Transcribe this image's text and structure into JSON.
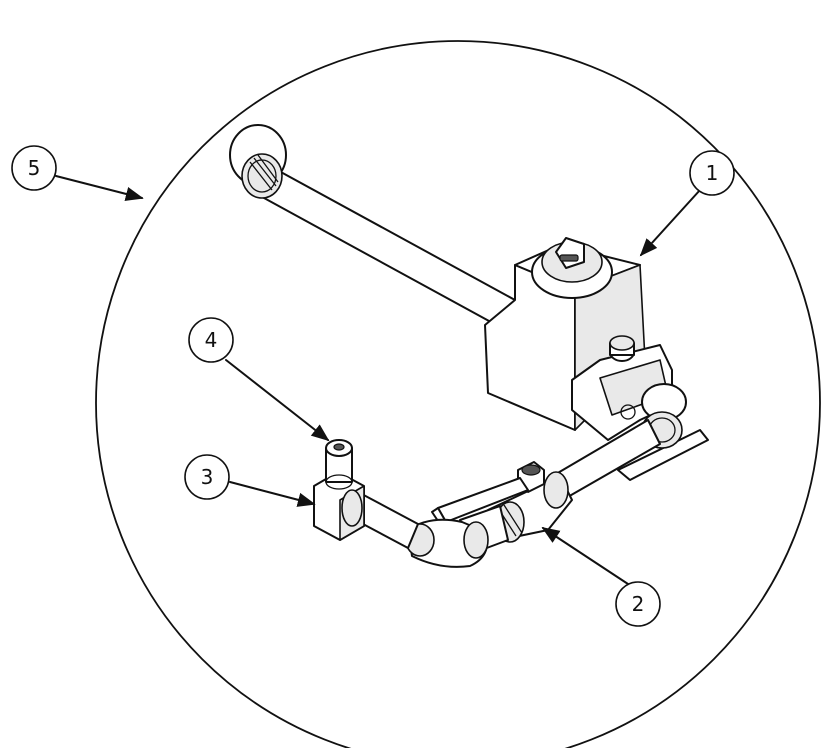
{
  "balloons": {
    "b1": {
      "label": "1"
    },
    "b2": {
      "label": "2"
    },
    "b3": {
      "label": "3"
    },
    "b4": {
      "label": "4"
    },
    "b5": {
      "label": "5"
    }
  }
}
